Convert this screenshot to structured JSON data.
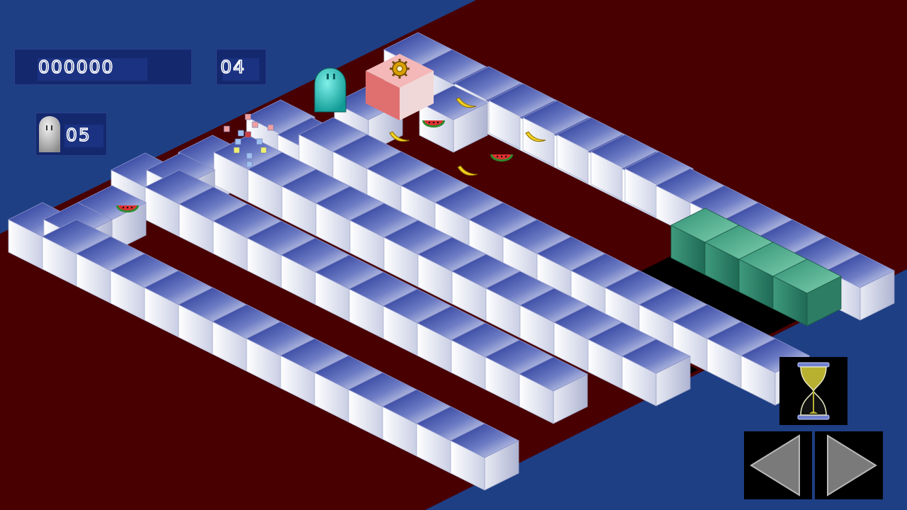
{
  "hud": {
    "score": "000000",
    "level": "04",
    "lives": "05"
  },
  "icons": {
    "lives": "player-ghost-icon",
    "timer": "hourglass-icon",
    "move_left": "left-arrow-icon",
    "move_right": "right-arrow-icon",
    "gear": "gear-icon",
    "fruit": [
      "watermelon-icon",
      "banana-icon"
    ]
  },
  "colors": {
    "background": "#1e3f84",
    "floor": "#4a0000",
    "tile_top": "#2c3e9c",
    "tile_face": "#eef0f6",
    "hud": "#14286e",
    "glass": "#4aa88a",
    "hole": "#000000"
  }
}
